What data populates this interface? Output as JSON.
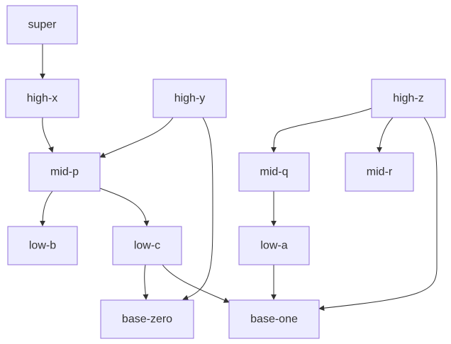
{
  "diagram": {
    "nodes": {
      "super": "super",
      "high_x": "high-x",
      "high_y": "high-y",
      "high_z": "high-z",
      "mid_p": "mid-p",
      "mid_q": "mid-q",
      "mid_r": "mid-r",
      "low_b": "low-b",
      "low_c": "low-c",
      "low_a": "low-a",
      "base_zero": "base-zero",
      "base_one": "base-one"
    },
    "edges": [
      {
        "from": "super",
        "to": "high-x"
      },
      {
        "from": "high-x",
        "to": "mid-p"
      },
      {
        "from": "high-y",
        "to": "mid-p"
      },
      {
        "from": "high-y",
        "to": "base-zero"
      },
      {
        "from": "high-z",
        "to": "mid-q"
      },
      {
        "from": "high-z",
        "to": "mid-r"
      },
      {
        "from": "high-z",
        "to": "base-one"
      },
      {
        "from": "mid-p",
        "to": "low-b"
      },
      {
        "from": "mid-p",
        "to": "low-c"
      },
      {
        "from": "mid-q",
        "to": "low-a"
      },
      {
        "from": "low-c",
        "to": "base-zero"
      },
      {
        "from": "low-c",
        "to": "base-one"
      },
      {
        "from": "low-a",
        "to": "base-one"
      }
    ],
    "colors": {
      "node_fill": "#ececff",
      "node_stroke": "#9370db",
      "edge": "#333333",
      "text": "#333333"
    }
  }
}
